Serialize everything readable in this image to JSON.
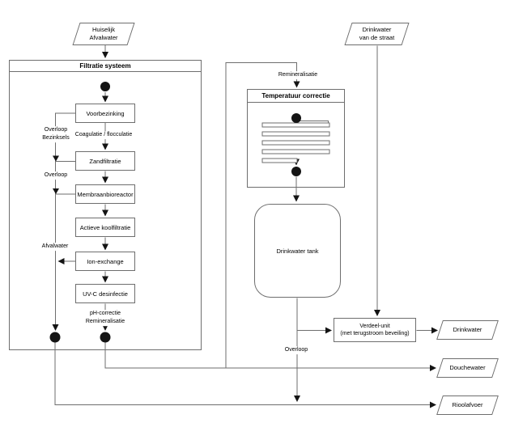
{
  "sources": {
    "huiselijk_afvalwater": "Huiselijk\nAfvalwater",
    "drinkwater_straat": "Drinkwater\nvan de straat"
  },
  "filtratie_systeem": {
    "title": "Filtratie systeem",
    "steps": {
      "voorbezinking": "Voorbezinking",
      "zandfiltratie": "Zandfiltratie",
      "membraanbioreactor": "Membraanbioreactor",
      "actieve_koolfiltratie": "Actieve koolfiltratie",
      "ion_exchange": "Ion-exchange",
      "uvc_desinfectie": "UV-C desinfectie"
    },
    "labels": {
      "coagulatie": "Coagulatie / flocculatie",
      "overloop_bezinksels": "Overloop\nBezinksels",
      "overloop": "Overloop",
      "afvalwater": "Afvalwater",
      "ph_correctie": "pH-correctie\nRemineralisatie"
    }
  },
  "temperatuur_correctie": {
    "title": "Temperatuur correctie"
  },
  "drinkwater_tank": {
    "label": "Drinkwater tank"
  },
  "verdeel_unit": {
    "label": "Verdeel-unit\n(met terugstroom beveiling)"
  },
  "flow_labels": {
    "remineralisatie": "Remineralisatie",
    "overloop": "Overloop"
  },
  "outputs": {
    "drinkwater": "Drinkwater",
    "douchewater": "Douchewater",
    "rioolafvoer": "Rioolafvoer"
  },
  "colors": {
    "line": "#6e6e6e",
    "arrow": "#141414",
    "text": "#000000",
    "background": "#ffffff"
  }
}
